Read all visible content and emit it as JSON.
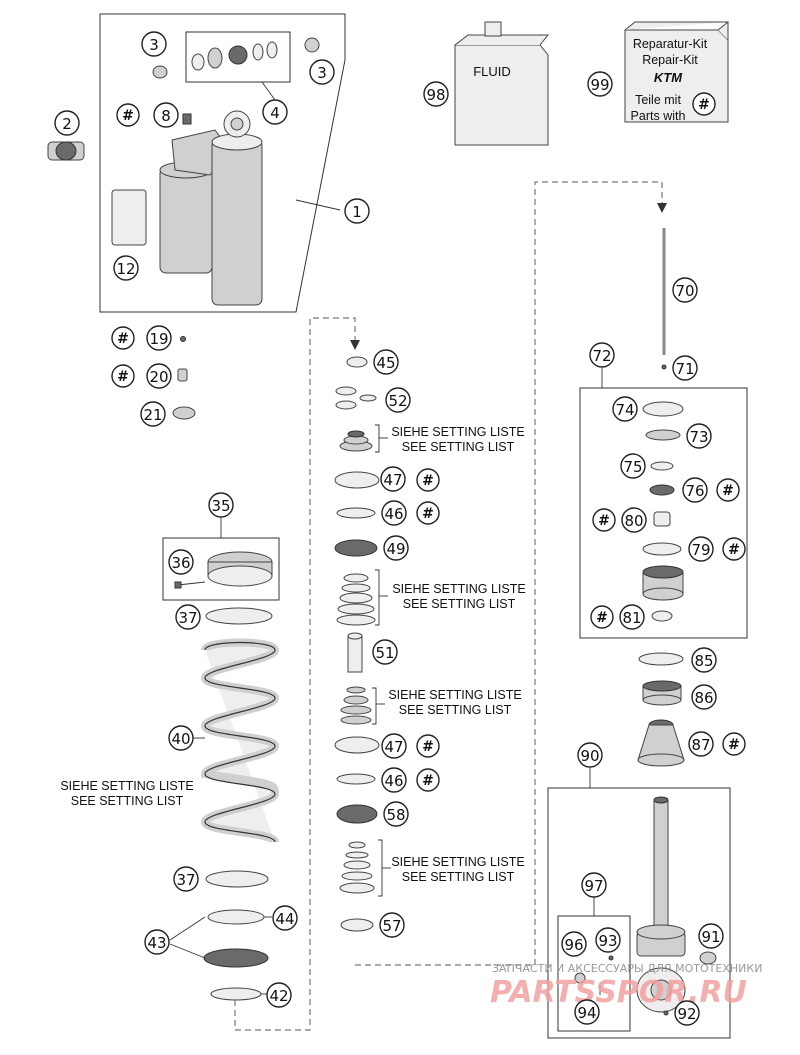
{
  "diagram": {
    "callouts": [
      {
        "id": "c1",
        "label": "1"
      },
      {
        "id": "c2",
        "label": "2"
      },
      {
        "id": "c3a",
        "label": "3"
      },
      {
        "id": "c3b",
        "label": "3"
      },
      {
        "id": "c4",
        "label": "4"
      },
      {
        "id": "c8",
        "label": "8"
      },
      {
        "id": "c12",
        "label": "12"
      },
      {
        "id": "c19",
        "label": "19"
      },
      {
        "id": "c20",
        "label": "20"
      },
      {
        "id": "c21",
        "label": "21"
      },
      {
        "id": "c35",
        "label": "35"
      },
      {
        "id": "c36",
        "label": "36"
      },
      {
        "id": "c37a",
        "label": "37"
      },
      {
        "id": "c40",
        "label": "40"
      },
      {
        "id": "c37b",
        "label": "37"
      },
      {
        "id": "c44",
        "label": "44"
      },
      {
        "id": "c43",
        "label": "43"
      },
      {
        "id": "c42",
        "label": "42"
      },
      {
        "id": "c45",
        "label": "45"
      },
      {
        "id": "c52",
        "label": "52"
      },
      {
        "id": "c47a",
        "label": "47"
      },
      {
        "id": "c46a",
        "label": "46"
      },
      {
        "id": "c49",
        "label": "49"
      },
      {
        "id": "c51",
        "label": "51"
      },
      {
        "id": "c47b",
        "label": "47"
      },
      {
        "id": "c46b",
        "label": "46"
      },
      {
        "id": "c58",
        "label": "58"
      },
      {
        "id": "c57",
        "label": "57"
      },
      {
        "id": "c70",
        "label": "70"
      },
      {
        "id": "c71",
        "label": "71"
      },
      {
        "id": "c72",
        "label": "72"
      },
      {
        "id": "c74",
        "label": "74"
      },
      {
        "id": "c73",
        "label": "73"
      },
      {
        "id": "c75",
        "label": "75"
      },
      {
        "id": "c76",
        "label": "76"
      },
      {
        "id": "c80",
        "label": "80"
      },
      {
        "id": "c79",
        "label": "79"
      },
      {
        "id": "c81",
        "label": "81"
      },
      {
        "id": "c85",
        "label": "85"
      },
      {
        "id": "c86",
        "label": "86"
      },
      {
        "id": "c87",
        "label": "87"
      },
      {
        "id": "c90",
        "label": "90"
      },
      {
        "id": "c97",
        "label": "97"
      },
      {
        "id": "c96",
        "label": "96"
      },
      {
        "id": "c93",
        "label": "93"
      },
      {
        "id": "c91",
        "label": "91"
      },
      {
        "id": "c94",
        "label": "94"
      },
      {
        "id": "c92",
        "label": "92"
      },
      {
        "id": "c98",
        "label": "98"
      },
      {
        "id": "c99",
        "label": "99"
      }
    ],
    "hash_symbol": "#",
    "setting_list": {
      "de": "SIEHE SETTING LISTE",
      "en": "SEE SETTING LIST"
    },
    "fluid_label": "FLUID",
    "repair_kit": {
      "line1": "Reparatur-Kit",
      "line2": "Repair-Kit",
      "brand": "KTM",
      "line3": "Teile mit",
      "line4": "Parts with"
    },
    "watermark": {
      "small": "ЗАПЧАСТИ И АКСЕССУАРЫ ДЛЯ МОТОТЕХНИКИ",
      "big": "PARTSSPOR.RU"
    }
  }
}
